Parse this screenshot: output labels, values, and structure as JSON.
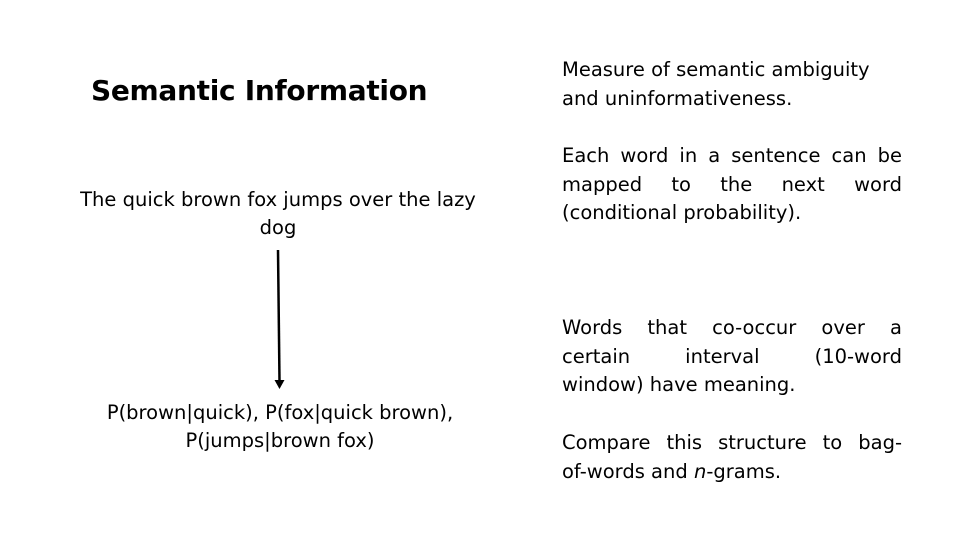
{
  "slide": {
    "title": "Semantic Information",
    "sentence": "The quick brown fox jumps over the lazy dog",
    "probabilities": "P(brown|quick), P(fox|quick brown), P(jumps|brown fox)",
    "notes": {
      "ambiguity": "Measure of semantic ambiguity and uninformativeness.",
      "mapping": {
        "line1": "Each word in a sentence can be",
        "line2": "mapped to the next word",
        "line3": "(conditional probability)."
      },
      "cooccur": {
        "line1": "Words that co-occur over a",
        "line2": "certain interval (10-word",
        "line3": "window) have meaning."
      },
      "compare": {
        "line1": "Compare this structure to bag-",
        "line2_before": "of-words and ",
        "line2_italic": "n",
        "line2_after": "-grams."
      }
    }
  }
}
